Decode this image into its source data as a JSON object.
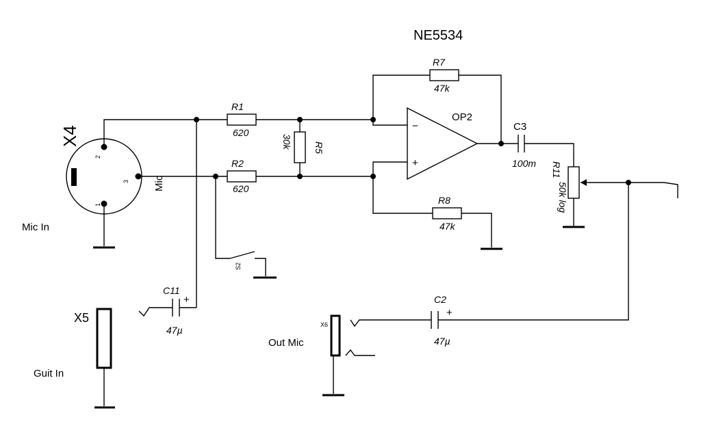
{
  "title": "NE5534",
  "opamp": {
    "name": "OP2",
    "minus": "−",
    "plus": "+"
  },
  "resistors": [
    {
      "ref": "R1",
      "value": "620"
    },
    {
      "ref": "R2",
      "value": "620"
    },
    {
      "ref": "R5",
      "value": "30k"
    },
    {
      "ref": "R7",
      "value": "47k"
    },
    {
      "ref": "R8",
      "value": "47k"
    },
    {
      "ref": "R11",
      "value": "50k log"
    }
  ],
  "capacitors": [
    {
      "ref": "C3",
      "value": "100m"
    },
    {
      "ref": "C11",
      "value": "47µ",
      "polarity": "+"
    },
    {
      "ref": "C2",
      "value": "47µ",
      "polarity": "+"
    }
  ],
  "switch": {
    "ref": "S2"
  },
  "connectors": {
    "x4": {
      "ref": "X4",
      "label": "Mic In",
      "pin_label": "Mic",
      "pins": [
        "1",
        "2",
        "3"
      ]
    },
    "x5": {
      "ref": "X5",
      "label": "Guit In"
    },
    "x6": {
      "ref": "X6",
      "label": "Out Mic"
    }
  }
}
